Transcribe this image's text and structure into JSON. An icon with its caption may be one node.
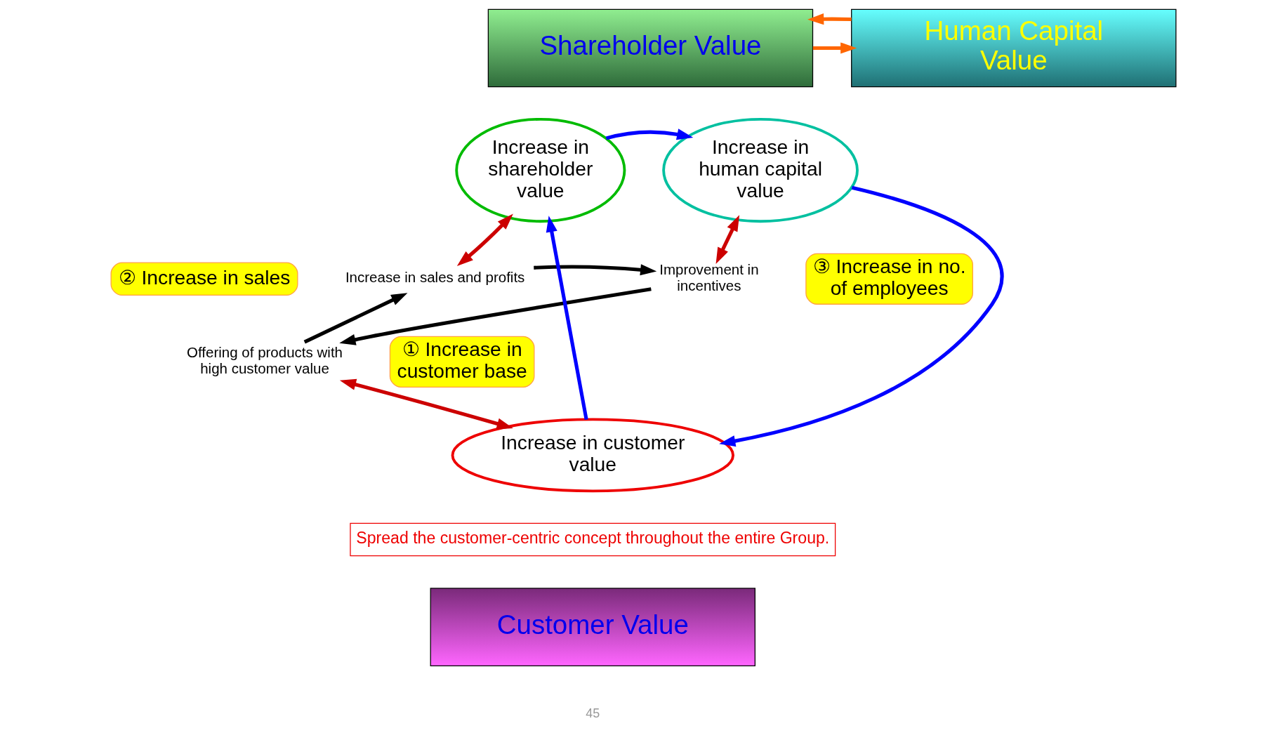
{
  "diagram": {
    "nodes": [
      {
        "text": [
          "Shareholder Value"
        ]
      },
      {
        "text": [
          "Human Capital Value"
        ]
      },
      {
        "text": [
          "Increase in shareholder value"
        ]
      },
      {
        "text": [
          "Increase in human capital value"
        ]
      },
      {
        "text": [
          "Increase in sales and profits"
        ]
      },
      {
        "text": [
          "Improvement in incentives"
        ]
      },
      {
        "text": [
          "③ Increase in no. of employees"
        ]
      },
      {
        "text": [
          "② Increase in sales"
        ]
      },
      {
        "text": [
          "Offering of products with high customer value"
        ]
      },
      {
        "text": [
          "① Increase in customer base"
        ]
      },
      {
        "text": [
          "Increase in customer value"
        ]
      },
      {
        "text": [
          "Spread the customer-centric concept throughout the entire Group."
        ]
      },
      {
        "text": [
          "Customer Value"
        ]
      }
    ],
    "edges": [
      {
        "from": 0,
        "to": 1,
        "arrow": "to",
        "color": "#ff6600"
      },
      {
        "from": 1,
        "to": 0,
        "arrow": "to",
        "color": "#ff6600"
      },
      {
        "from": 2,
        "to": 3,
        "arrow": "to",
        "color": "#0000ff"
      },
      {
        "from": 2,
        "to": 4,
        "arrow": "both",
        "color": "#cc0000"
      },
      {
        "from": 3,
        "to": 5,
        "arrow": "both",
        "color": "#cc0000"
      },
      {
        "from": 4,
        "to": 5,
        "arrow": "to",
        "color": "#000000"
      },
      {
        "from": 5,
        "to": 8,
        "arrow": "to",
        "color": "#000000"
      },
      {
        "from": 8,
        "to": 4,
        "arrow": "to",
        "color": "#000000"
      },
      {
        "from": 8,
        "to": 10,
        "arrow": "both",
        "color": "#cc0000"
      },
      {
        "from": 10,
        "to": 2,
        "arrow": "to",
        "color": "#0000ff"
      },
      {
        "from": 3,
        "to": 10,
        "arrow": "to",
        "color": "#0000ff"
      }
    ],
    "labels": [
      "45"
    ]
  }
}
